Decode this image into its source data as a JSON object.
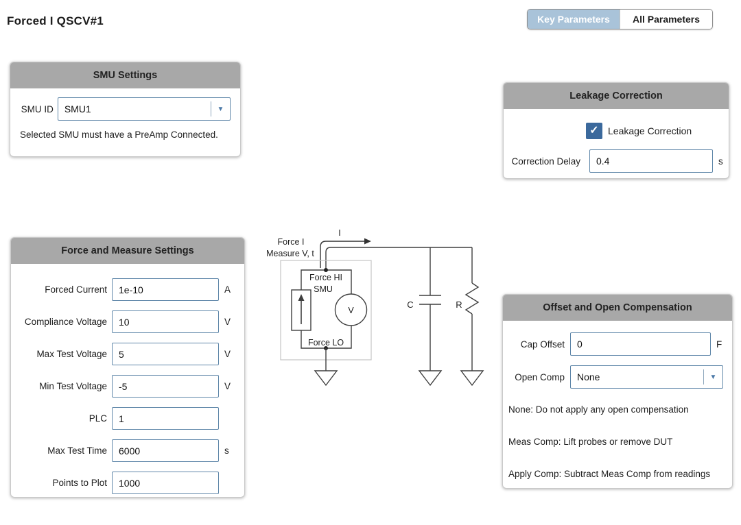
{
  "page": {
    "title": "Forced I QSCV#1"
  },
  "toggle": {
    "key_label": "Key Parameters",
    "all_label": "All Parameters"
  },
  "icons": {
    "dropdown_arrow": "▼",
    "check": "✓"
  },
  "colors": {
    "panel_header": "#a8a8a8",
    "accent_border": "#5d85a8",
    "checkbox_blue": "#3b699c",
    "toggle_active": "#a9c3d9"
  },
  "panels": {
    "smu": {
      "title": "SMU Settings",
      "smu_id_label": "SMU ID",
      "smu_id_value": "SMU1",
      "note": "Selected SMU must have a PreAmp Connected."
    },
    "leakage": {
      "title": "Leakage Correction",
      "checkbox_label": "Leakage Correction",
      "checkbox_checked": true,
      "delay_label": "Correction Delay",
      "delay_value": "0.4",
      "delay_unit": "s"
    },
    "force_measure": {
      "title": "Force and Measure Settings",
      "fields": [
        {
          "label": "Forced Current",
          "value": "1e-10",
          "unit": "A"
        },
        {
          "label": "Compliance Voltage",
          "value": "10",
          "unit": "V"
        },
        {
          "label": "Max Test Voltage",
          "value": "5",
          "unit": "V"
        },
        {
          "label": "Min Test Voltage",
          "value": "-5",
          "unit": "V"
        },
        {
          "label": "PLC",
          "value": "1",
          "unit": ""
        },
        {
          "label": "Max Test Time",
          "value": "6000",
          "unit": "s"
        },
        {
          "label": "Points to Plot",
          "value": "1000",
          "unit": ""
        }
      ]
    },
    "offset": {
      "title": "Offset and Open Compensation",
      "cap_offset_label": "Cap Offset",
      "cap_offset_value": "0",
      "cap_offset_unit": "F",
      "open_comp_label": "Open Comp",
      "open_comp_value": "None",
      "notes": [
        "None: Do not apply any open compensation",
        "Meas Comp: Lift probes or remove DUT",
        "Apply Comp: Subtract Meas Comp from readings"
      ]
    }
  },
  "diagram": {
    "caption_line1": "Force I",
    "caption_line2": "Measure V, t",
    "current_label": "I",
    "force_hi_label": "Force HI",
    "smu_label": "SMU",
    "force_lo_label": "Force LO",
    "voltmeter_label": "V",
    "capacitor_label": "C",
    "resistor_label": "R"
  }
}
